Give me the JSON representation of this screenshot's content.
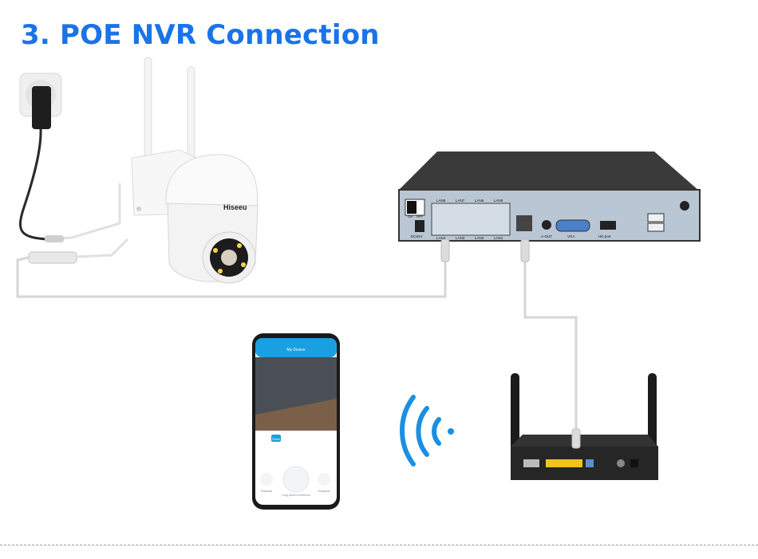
{
  "title": "3. POE NVR Connection",
  "camera": {
    "brand": "Hiseeu"
  },
  "nvr": {
    "switch_labels": [
      "ON",
      "OFF"
    ],
    "power_label": "DC52V",
    "lan_top": [
      "LAN8",
      "LAN7",
      "LAN6",
      "LAN5"
    ],
    "lan_bottom": [
      "LAN4",
      "LAN3",
      "LAN2",
      "LAN1"
    ],
    "ports": {
      "aout": "A-OUT",
      "vga": "VGA",
      "hdmi": "HD port"
    }
  },
  "phone": {
    "app_title": "My Device",
    "tools": [
      "Fluent"
    ],
    "bottom": [
      "Playback",
      "Long press to intercom",
      "Snapshot"
    ]
  },
  "colors": {
    "title": "#1a73e8",
    "wifi": "#1a8fe3",
    "cable": "#d0d0d0",
    "nvr": "#2b2b2b",
    "app_accent": "#1aa0e0"
  }
}
